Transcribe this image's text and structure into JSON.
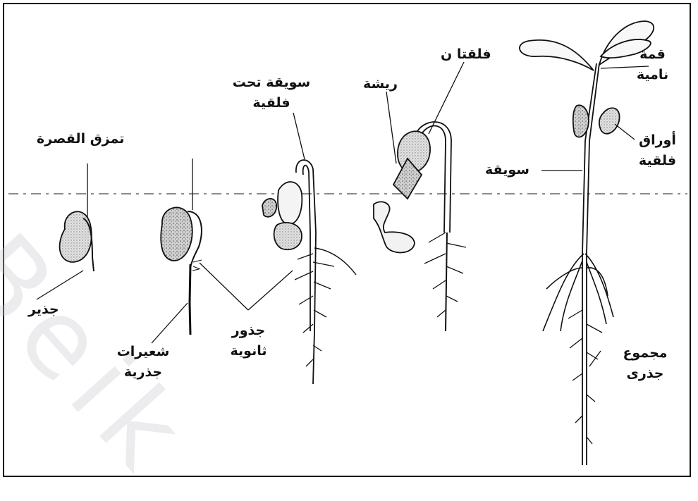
{
  "labels": {
    "seed_coat_rupture": "تمزق القصرة",
    "radicle": "جذير",
    "root_hairs_line1": "شعيرات",
    "root_hairs_line2": "جذرية",
    "secondary_roots_line1": "جذور",
    "secondary_roots_line2": "ثانوية",
    "hypocotyl_line1": "سويقة تحت",
    "hypocotyl_line2": "فلقية",
    "plumule": "ريشة",
    "cotyledons": "فلقتا ن",
    "growing_tip_line1": "قمة",
    "growing_tip_line2": "نامية",
    "stem": "سويقة",
    "cotyledon_leaves_line1": "أوراق",
    "cotyledon_leaves_line2": "فلقية",
    "root_system_line1": "مجموع",
    "root_system_line2": "جذرى"
  },
  "watermark": "Beik",
  "colors": {
    "ink": "#111111",
    "seed_fill": "#d4d4d4",
    "ground_line": "#666666"
  }
}
